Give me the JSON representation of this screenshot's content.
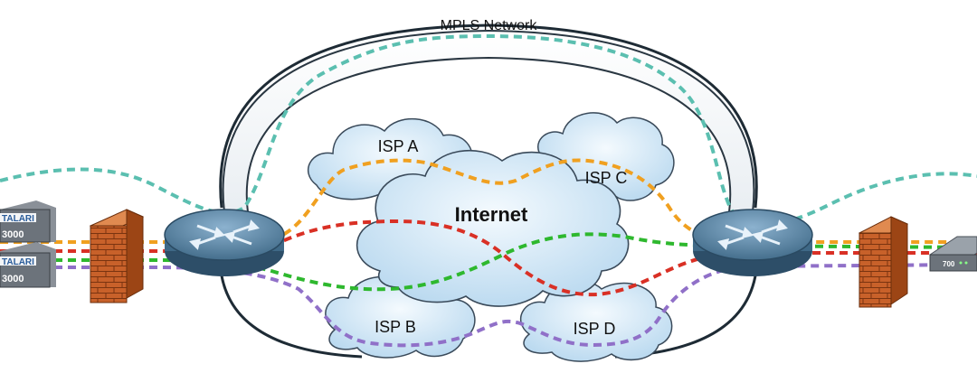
{
  "diagram": {
    "mpls_label": "MPLS Network",
    "internet_label": "Internet",
    "isp_a_label": "ISP A",
    "isp_b_label": "ISP B",
    "isp_c_label": "ISP C",
    "isp_d_label": "ISP D",
    "left_device_top_text": "TALARI",
    "left_device_top_model": "3000",
    "left_device_bottom_text": "TALARI",
    "left_device_bottom_model": "3000",
    "right_device_model": "700"
  },
  "colors": {
    "mpls_path": "#5bbfb0",
    "isp_a_c_path": "#f0a020",
    "internet_red_path": "#d93025",
    "internet_green_path": "#2eb82e",
    "isp_b_d_path": "#9070c8",
    "cloud_fill": "#d8ecf8",
    "cloud_stroke": "#3a4a5a",
    "router_fill": "#5a86a8",
    "brick": "#c8612a"
  },
  "icons": {
    "router": "router-icon",
    "firewall": "firewall-icon",
    "appliance": "server-appliance-icon"
  }
}
